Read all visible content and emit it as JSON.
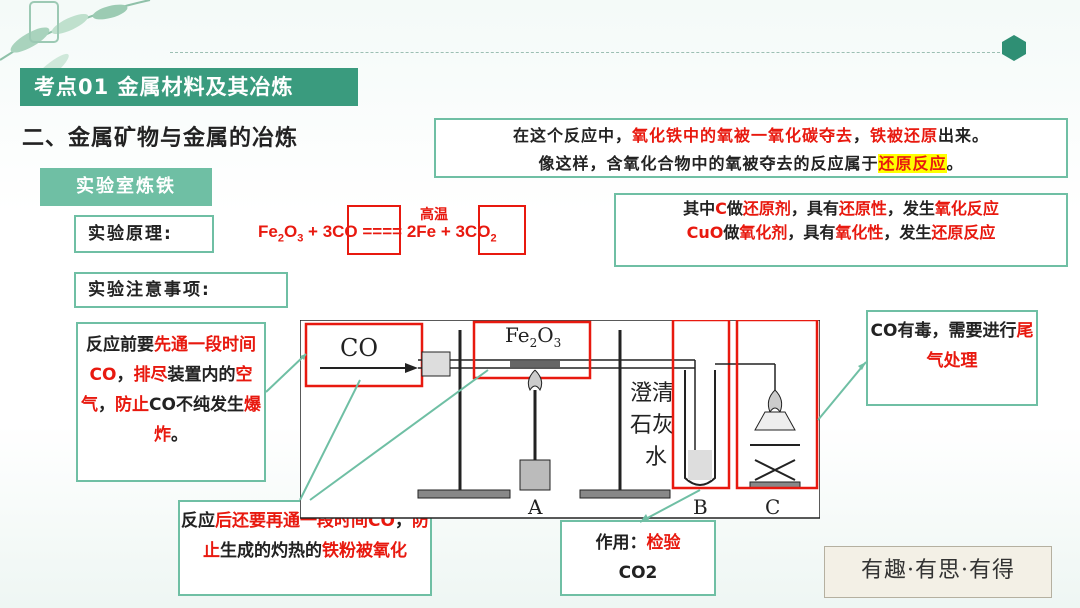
{
  "header": {
    "kaodian_title": "考点01  金属材料及其冶炼"
  },
  "section": {
    "title": "二、金属矿物与金属的冶炼",
    "lab_tag": "实验室炼铁"
  },
  "principle": {
    "label": "实验原理:",
    "condition": "高温",
    "equation_parts": [
      "Fe",
      "2",
      "O",
      "3",
      " + 3CO ==== 2Fe + 3CO",
      "2"
    ]
  },
  "notes_label": "实验注意事项:",
  "top_explain": {
    "line1": [
      "在这个反应中，",
      "氧化铁中的氧被一氧化碳夺去",
      "，",
      "铁被还原",
      "出来。"
    ],
    "line2": [
      "像这样，含氧化合物中的氧被夺去的反应属于",
      "还原反应",
      "。"
    ]
  },
  "right_explain": {
    "line1": [
      "其中",
      "C",
      "做",
      "还原剂",
      "，具有",
      "还原性",
      "，发生",
      "氧化反应"
    ],
    "line2": [
      "CuO",
      "做",
      "氧化剂",
      "，具有",
      "氧化性",
      "，发生",
      "还原反应"
    ]
  },
  "before_box": {
    "parts": [
      "反应前要",
      "先通一段时间CO",
      "，",
      "排尽",
      "装置内的",
      "空气",
      "，",
      "防止",
      "CO不纯发生",
      "爆炸",
      "。"
    ]
  },
  "after_box": {
    "parts": [
      "反应",
      "后还要再通一段时间CO",
      "，",
      "防止",
      "生成的灼热的",
      "铁粉被氧化"
    ]
  },
  "co_box": {
    "parts": [
      "CO有毒，需要进行",
      "尾气处理"
    ]
  },
  "use_box": {
    "parts": [
      "作用：",
      "检验",
      "CO2"
    ]
  },
  "apparatus": {
    "co_label": "CO",
    "fe2o3_main": "Fe",
    "fe2o3_sub1": "2",
    "fe2o3_o": "O",
    "fe2o3_sub2": "3",
    "limewater": [
      "澄",
      "清",
      "石",
      "灰",
      "水"
    ],
    "label_a": "A",
    "label_b": "B",
    "label_c": "C"
  },
  "stamp_text": "有趣·有思·有得",
  "colors": {
    "accent_green": "#3a9b7e",
    "light_green": "#6fbfa4",
    "red": "#e8190f",
    "highlight": "#ffff00"
  }
}
